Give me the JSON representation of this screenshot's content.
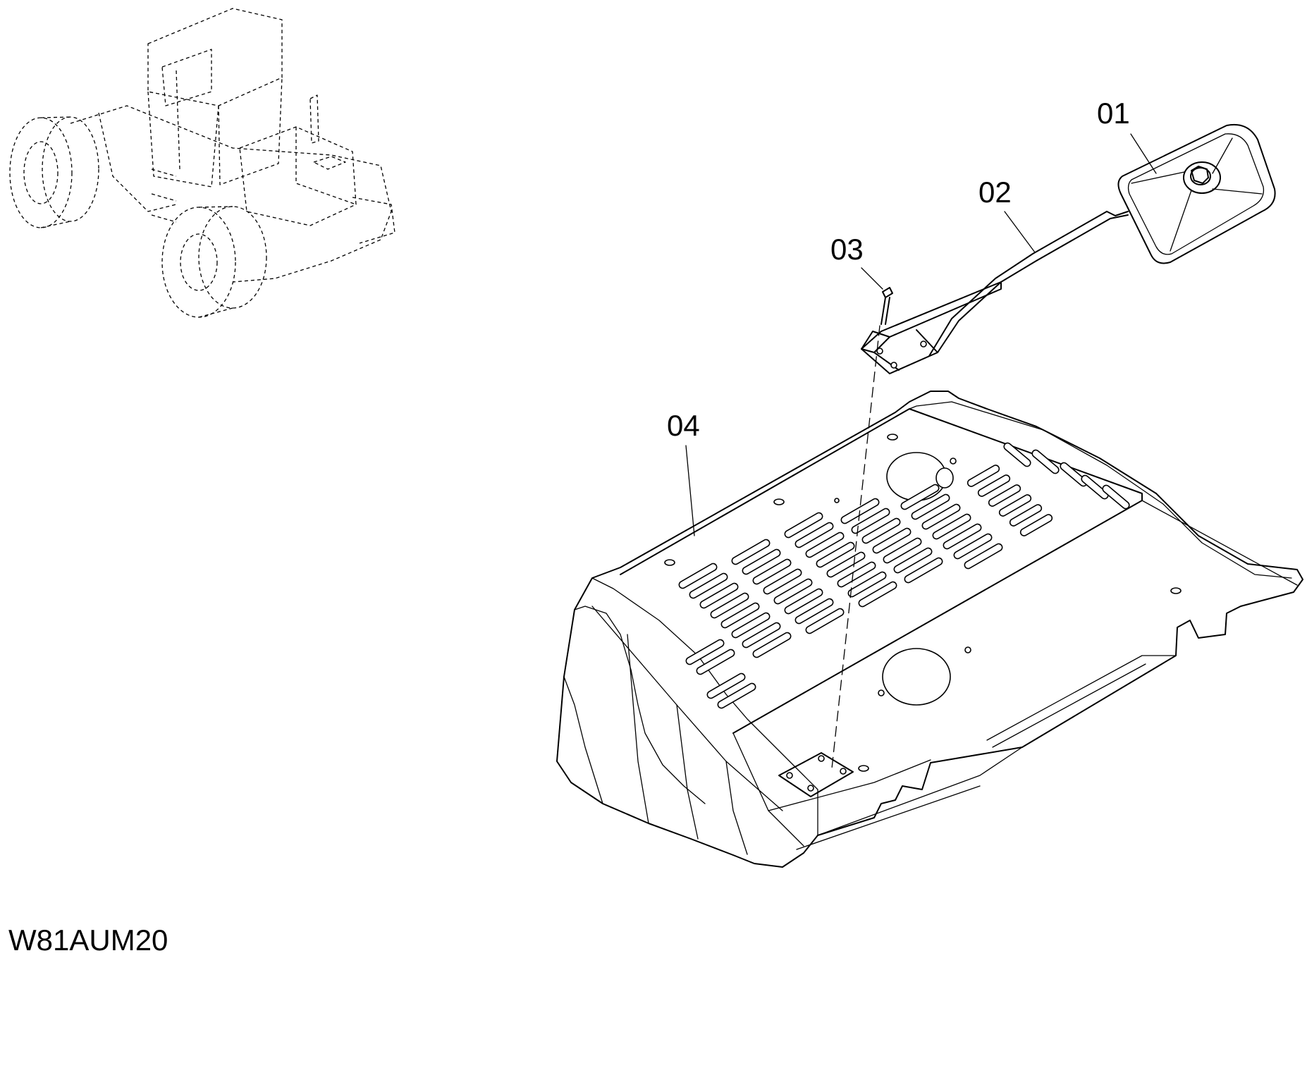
{
  "callouts": {
    "p01": "01",
    "p02": "02",
    "p03": "03",
    "p04": "04"
  },
  "drawing_code": "W81AUM20",
  "icons": {
    "machine": "wheel-loader-locator-icon"
  }
}
